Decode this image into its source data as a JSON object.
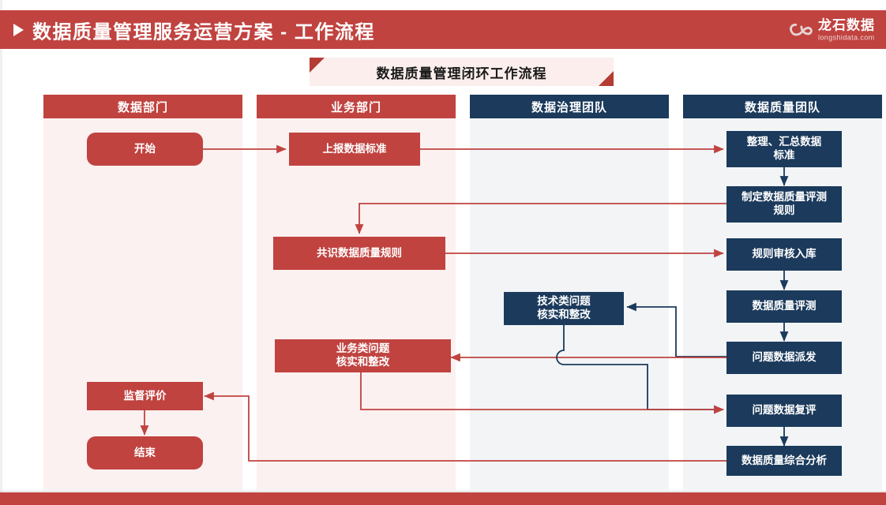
{
  "header": {
    "title": "数据质量管理服务运营方案 - 工作流程",
    "triangle_icon": "play-triangle-icon",
    "logo": {
      "icon": "longshi-infinity-logo-icon",
      "cn": "龙石数据",
      "en": "longshidata.com"
    }
  },
  "banner": {
    "title": "数据质量管理闭环工作流程"
  },
  "lanes": [
    {
      "label": "数据部门",
      "color": "#c04340",
      "style": "red"
    },
    {
      "label": "业务部门",
      "color": "#c04340",
      "style": "red"
    },
    {
      "label": "数据治理团队",
      "color": "#1b3a5c",
      "style": "navy"
    },
    {
      "label": "数据质量团队",
      "color": "#1b3a5c",
      "style": "navy"
    }
  ],
  "nodes": {
    "start": {
      "label": "开始",
      "lane": "数据部门",
      "shape": "rounded",
      "color": "#c04340"
    },
    "supervise": {
      "label": "监督评价",
      "lane": "数据部门",
      "shape": "rectangle",
      "color": "#c04340"
    },
    "end": {
      "label": "结束",
      "lane": "数据部门",
      "shape": "rounded",
      "color": "#c04340"
    },
    "report_standard": {
      "label": "上报数据标准",
      "lane": "业务部门",
      "shape": "rectangle",
      "color": "#c04340"
    },
    "consensus_rule": {
      "label": "共识数据质量规则",
      "lane": "业务部门",
      "shape": "rectangle",
      "color": "#c04340"
    },
    "biz_issue": {
      "label": "业务类问题\n核实和整改",
      "lane": "业务部门",
      "shape": "rectangle",
      "color": "#c04340"
    },
    "tech_issue": {
      "label": "技术类问题\n核实和整改",
      "lane": "数据治理团队",
      "shape": "rectangle",
      "color": "#1b3a5c"
    },
    "collect_standard": {
      "label": "整理、汇总数据\n标准",
      "lane": "数据质量团队",
      "shape": "rectangle",
      "color": "#1b3a5c"
    },
    "make_rule": {
      "label": "制定数据质量评测\n规则",
      "lane": "数据质量团队",
      "shape": "rectangle",
      "color": "#1b3a5c"
    },
    "rule_audit": {
      "label": "规则审核入库",
      "lane": "数据质量团队",
      "shape": "rectangle",
      "color": "#1b3a5c"
    },
    "quality_eval": {
      "label": "数据质量评测",
      "lane": "数据质量团队",
      "shape": "rectangle",
      "color": "#1b3a5c"
    },
    "issue_dispatch": {
      "label": "问题数据派发",
      "lane": "数据质量团队",
      "shape": "rectangle",
      "color": "#1b3a5c"
    },
    "issue_recheck": {
      "label": "问题数据复评",
      "lane": "数据质量团队",
      "shape": "rectangle",
      "color": "#1b3a5c"
    },
    "final_analysis": {
      "label": "数据质量综合分析",
      "lane": "数据质量团队",
      "shape": "rectangle",
      "color": "#1b3a5c"
    }
  },
  "palette": {
    "brand_red": "#c04340",
    "brand_navy": "#1b3a5c",
    "lane_red_bg": "#fbf1f0",
    "lane_gray_bg": "#f2f4f6",
    "banner_bg": "#fbeeec",
    "corner_red": "#b43c33",
    "page_bg": "#ffffff"
  }
}
